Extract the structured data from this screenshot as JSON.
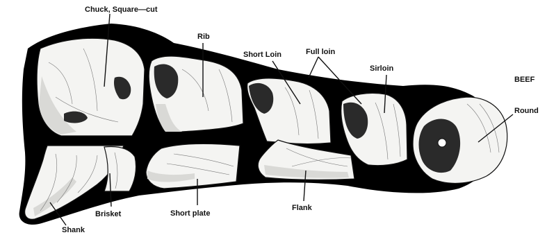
{
  "diagram": {
    "title": "BEEF",
    "labels": {
      "chuck": "Chuck, Square—cut",
      "rib": "Rib",
      "short_loin": "Short Loin",
      "full_loin": "Full loin",
      "sirloin": "Sirloin",
      "round": "Round",
      "shank": "Shank",
      "brisket": "Brisket",
      "short_plate": "Short plate",
      "flank": "Flank"
    },
    "colors": {
      "silhouette": "#000000",
      "meat_light": "#f4f4f2",
      "meat_shade": "#d9d9d6",
      "lean_dark": "#2a2a2a",
      "ink": "#111111"
    }
  }
}
